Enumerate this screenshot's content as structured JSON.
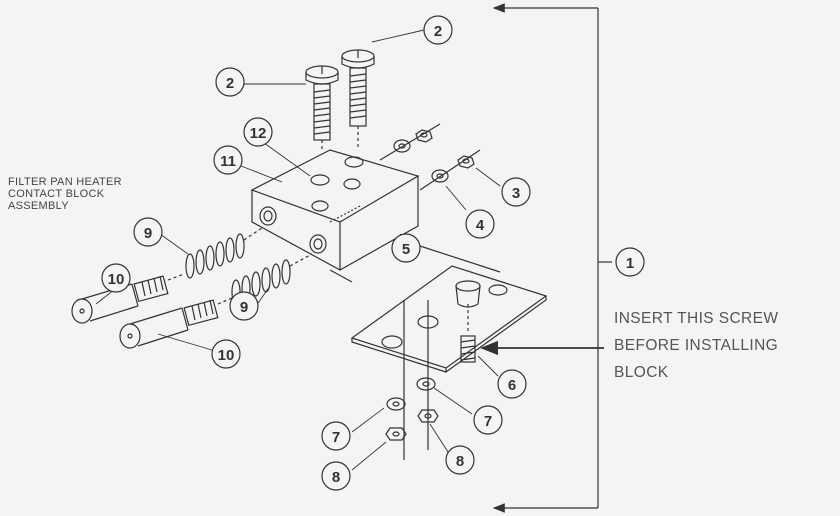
{
  "assembly_label": {
    "lines": [
      "FILTER PAN HEATER",
      "CONTACT BLOCK",
      "ASSEMBLY"
    ]
  },
  "note": {
    "lines": [
      "INSERT THIS SCREW",
      "BEFORE INSTALLING",
      "BLOCK"
    ]
  },
  "callouts": {
    "c1": "1",
    "c2a": "2",
    "c2b": "2",
    "c3": "3",
    "c4": "4",
    "c5": "5",
    "c6": "6",
    "c7a": "7",
    "c7b": "7",
    "c8a": "8",
    "c8b": "8",
    "c9a": "9",
    "c9b": "9",
    "c10a": "10",
    "c10b": "10",
    "c11": "11",
    "c12": "12"
  },
  "colors": {
    "ink": "#333333",
    "paper": "#f4f4f2"
  }
}
